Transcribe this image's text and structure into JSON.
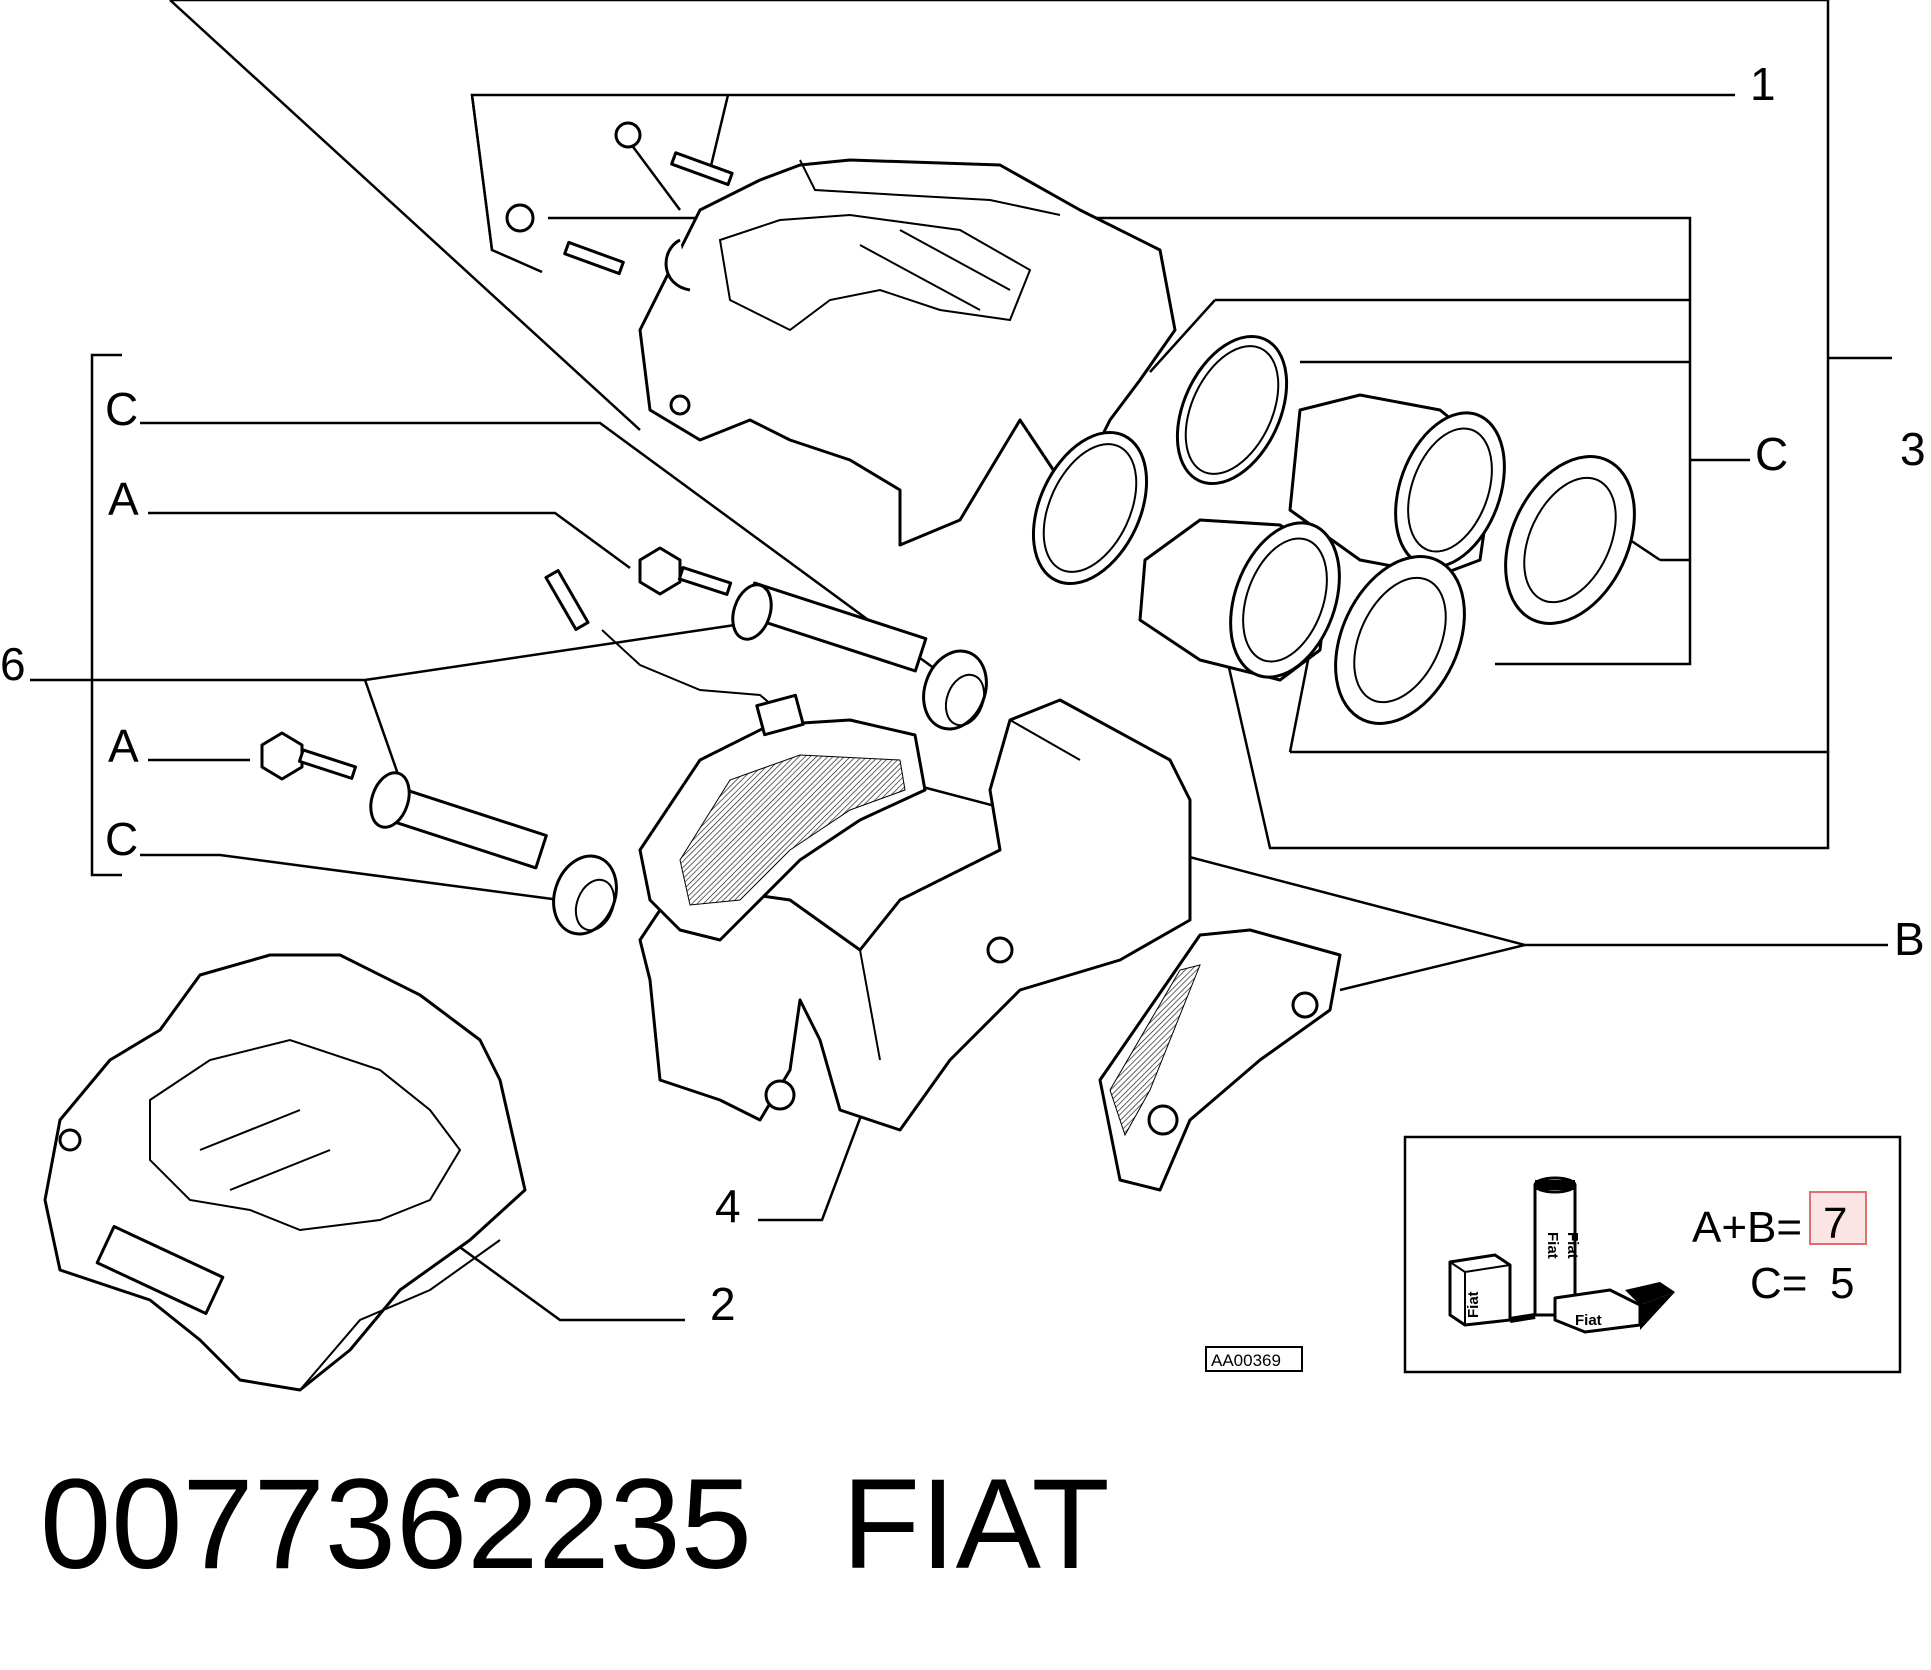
{
  "callouts": {
    "c1": "1",
    "c2": "2",
    "c3": "3",
    "c4": "4",
    "c6": "6",
    "cB": "B",
    "cC_right": "C",
    "cC_top": "C",
    "cA_top": "A",
    "cA_bottom": "A",
    "cC_bottom": "C"
  },
  "inset": {
    "formula_ab": "A+B=",
    "value_ab": "7",
    "formula_c": "C=",
    "value_c": "5",
    "brand_tube": "Fiat",
    "brand_tube2": "Fiat",
    "brand_box1": "Fiat",
    "brand_box2": "Fiat"
  },
  "reference_code": "AA00369",
  "footer": {
    "part_number": "0077362235",
    "brand": "FIAT"
  },
  "colors": {
    "line": "#000000",
    "highlight_border": "#e07070",
    "highlight_fill": "#fbe4e4"
  }
}
